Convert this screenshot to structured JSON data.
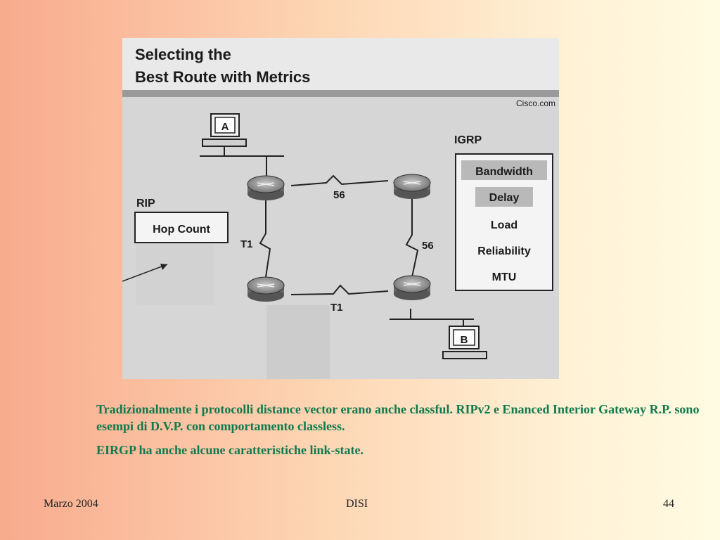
{
  "figure": {
    "title_line1": "Selecting the",
    "title_line2": "Best Route with Metrics",
    "source": "Cisco.com",
    "host_a": "A",
    "host_b": "B",
    "links": {
      "top": "56",
      "right": "56",
      "left": "T1",
      "bottom": "T1"
    },
    "rip": {
      "label": "RIP",
      "metric": "Hop Count"
    },
    "igrp": {
      "label": "IGRP",
      "metrics": [
        "Bandwidth",
        "Delay",
        "Load",
        "Reliability",
        "MTU"
      ]
    },
    "colors": {
      "router": "#8c8c8c",
      "highlight": "#b9b9b9"
    }
  },
  "caption": {
    "paragraph1": "Tradizionalmente i protocolli distance vector erano anche classful. RIPv2 e Enanced Interior Gateway R.P. sono esempi di D.V.P. con comportamento classless.",
    "paragraph2": "EIRGP ha anche alcune caratteristiche link-state."
  },
  "footer": {
    "date": "Marzo 2004",
    "org": "DISI",
    "page": "44"
  }
}
